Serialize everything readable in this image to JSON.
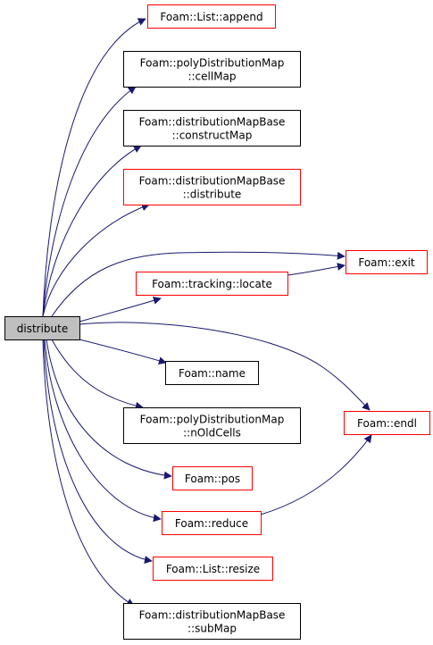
{
  "colors": {
    "edge": "#191970",
    "border_documented": "#000000",
    "border_undocumented": "#ff0000",
    "root_fill": "#bfbfbf",
    "node_fill": "#ffffff"
  },
  "root": {
    "id": "distribute",
    "label": "distribute"
  },
  "nodes": [
    {
      "id": "list-append",
      "lines": [
        "Foam::List::append"
      ],
      "border": "red"
    },
    {
      "id": "cellmap",
      "lines": [
        "Foam::polyDistributionMap",
        "::cellMap"
      ],
      "border": "black"
    },
    {
      "id": "constructmap",
      "lines": [
        "Foam::distributionMapBase",
        "::constructMap"
      ],
      "border": "black"
    },
    {
      "id": "base-distribute",
      "lines": [
        "Foam::distributionMapBase",
        "::distribute"
      ],
      "border": "red"
    },
    {
      "id": "exit",
      "lines": [
        "Foam::exit"
      ],
      "border": "red"
    },
    {
      "id": "locate",
      "lines": [
        "Foam::tracking::locate"
      ],
      "border": "red"
    },
    {
      "id": "name",
      "lines": [
        "Foam::name"
      ],
      "border": "black"
    },
    {
      "id": "endl",
      "lines": [
        "Foam::endl"
      ],
      "border": "red"
    },
    {
      "id": "noldcells",
      "lines": [
        "Foam::polyDistributionMap",
        "::nOldCells"
      ],
      "border": "black"
    },
    {
      "id": "pos",
      "lines": [
        "Foam::pos"
      ],
      "border": "red"
    },
    {
      "id": "reduce",
      "lines": [
        "Foam::reduce"
      ],
      "border": "red"
    },
    {
      "id": "list-resize",
      "lines": [
        "Foam::List::resize"
      ],
      "border": "red"
    },
    {
      "id": "submap",
      "lines": [
        "Foam::distributionMapBase",
        "::subMap"
      ],
      "border": "black"
    }
  ],
  "edges": [
    {
      "from": "distribute",
      "to": "list-append"
    },
    {
      "from": "distribute",
      "to": "cellmap"
    },
    {
      "from": "distribute",
      "to": "constructmap"
    },
    {
      "from": "distribute",
      "to": "base-distribute"
    },
    {
      "from": "distribute",
      "to": "exit"
    },
    {
      "from": "distribute",
      "to": "locate"
    },
    {
      "from": "locate",
      "to": "exit"
    },
    {
      "from": "distribute",
      "to": "name"
    },
    {
      "from": "distribute",
      "to": "endl"
    },
    {
      "from": "distribute",
      "to": "noldcells"
    },
    {
      "from": "distribute",
      "to": "pos"
    },
    {
      "from": "distribute",
      "to": "reduce"
    },
    {
      "from": "reduce",
      "to": "endl"
    },
    {
      "from": "distribute",
      "to": "list-resize"
    },
    {
      "from": "distribute",
      "to": "submap"
    }
  ]
}
